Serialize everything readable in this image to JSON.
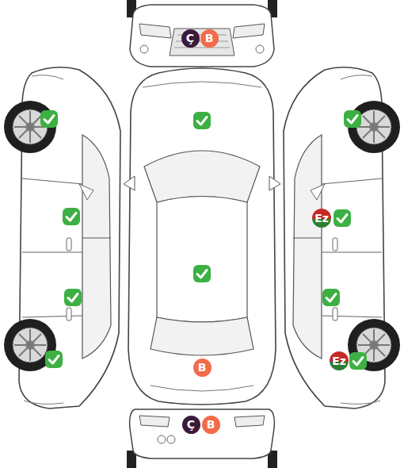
{
  "diagram": {
    "nodes": [
      {
        "text": [
          "Ç"
        ]
      },
      {
        "text": [
          "B"
        ]
      },
      {
        "text": [
          "Ez"
        ]
      },
      {
        "text": [
          "Ez"
        ]
      },
      {
        "text": [
          "B"
        ]
      },
      {
        "text": [
          "Ç"
        ]
      },
      {
        "text": [
          "B"
        ]
      }
    ]
  }
}
